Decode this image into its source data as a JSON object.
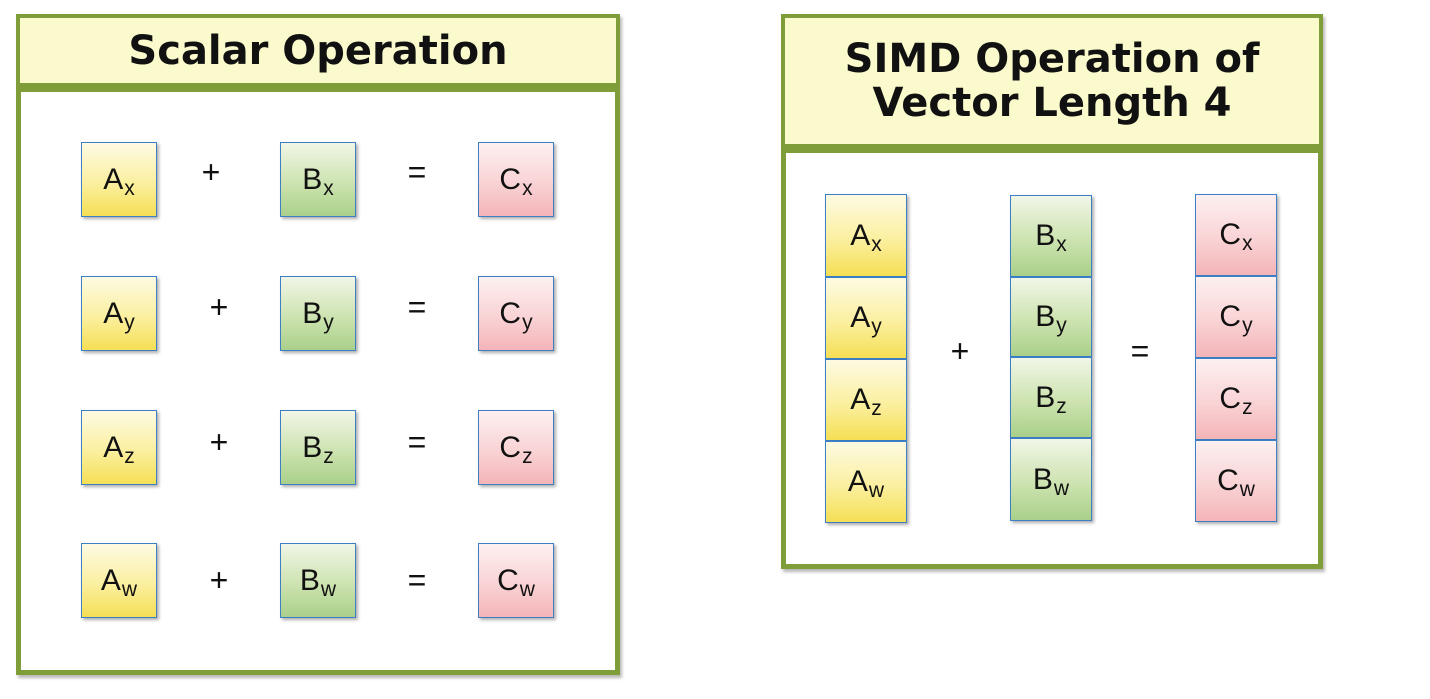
{
  "scalar": {
    "title": "Scalar Operation",
    "rows": [
      {
        "a": "A",
        "b": "B",
        "c": "C",
        "sub": "x"
      },
      {
        "a": "A",
        "b": "B",
        "c": "C",
        "sub": "y"
      },
      {
        "a": "A",
        "b": "B",
        "c": "C",
        "sub": "z"
      },
      {
        "a": "A",
        "b": "B",
        "c": "C",
        "sub": "w"
      }
    ]
  },
  "simd": {
    "title_line1": "SIMD Operation of",
    "title_line2": "Vector Length 4",
    "a_cells": [
      {
        "label": "A",
        "sub": "x"
      },
      {
        "label": "A",
        "sub": "y"
      },
      {
        "label": "A",
        "sub": "z"
      },
      {
        "label": "A",
        "sub": "w"
      }
    ],
    "b_cells": [
      {
        "label": "B",
        "sub": "x"
      },
      {
        "label": "B",
        "sub": "y"
      },
      {
        "label": "B",
        "sub": "z"
      },
      {
        "label": "B",
        "sub": "w"
      }
    ],
    "c_cells": [
      {
        "label": "C",
        "sub": "x"
      },
      {
        "label": "C",
        "sub": "y"
      },
      {
        "label": "C",
        "sub": "z"
      },
      {
        "label": "C",
        "sub": "w"
      }
    ]
  },
  "symbols": {
    "plus": "+",
    "equals": "="
  },
  "colors": {
    "border_green": "#7f9d39",
    "title_fill": "#fafacd",
    "cell_border": "#3c7fc4"
  }
}
